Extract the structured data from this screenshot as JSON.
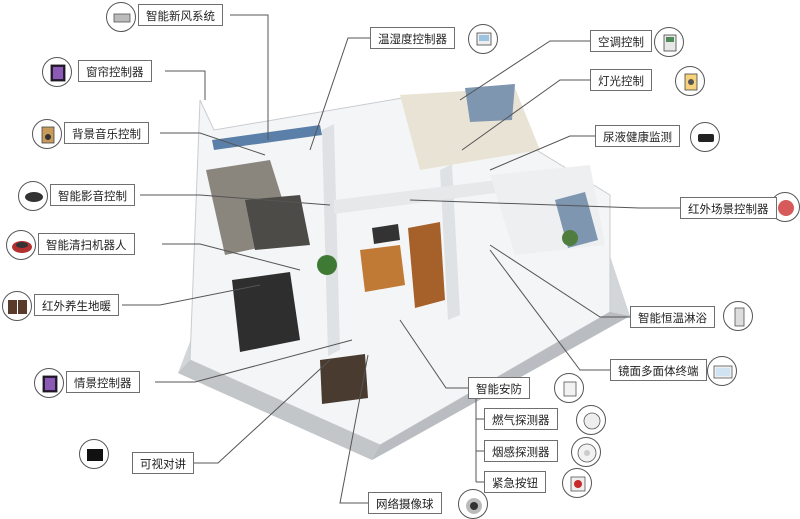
{
  "labels": {
    "fresh_air": "智能新风系统",
    "humidity": "温湿度控制器",
    "aircon": "空调控制",
    "curtain": "窗帘控制器",
    "light": "灯光控制",
    "music": "背景音乐控制",
    "urine": "尿液健康监测",
    "av": "智能影音控制",
    "ir_scene": "红外场景控制器",
    "robot": "智能清扫机器人",
    "floor_heat": "红外养生地暖",
    "shower": "智能恒温淋浴",
    "scene": "情景控制器",
    "mirror": "镜面多面体终端",
    "security": "智能安防",
    "gas": "燃气探测器",
    "smoke": "烟感探测器",
    "emergency": "紧急按钮",
    "intercom": "可视对讲",
    "camera": "网络摄像球"
  },
  "colors": {
    "line": "#555555",
    "wall": "#d9dcdf",
    "floor": "#eef0f2",
    "accent": "#f2b300"
  }
}
